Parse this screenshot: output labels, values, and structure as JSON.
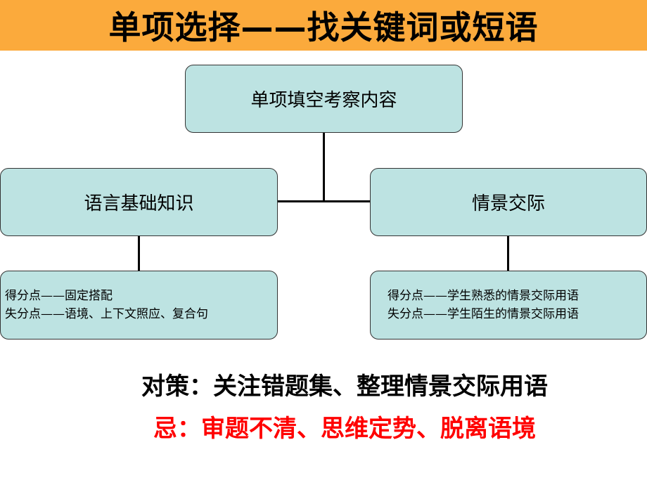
{
  "slide": {
    "title": "单项选择——找关键词或短语",
    "colors": {
      "banner": "#fbaa3c",
      "box_fill": "#bde3e2",
      "warning": "#ff0000"
    }
  },
  "diagram": {
    "root": {
      "label": "单项填空考察内容"
    },
    "left": {
      "label": "语言基础知识",
      "detail": [
        "得分点——固定搭配",
        "失分点——语境、上下文照应、复合句"
      ]
    },
    "right": {
      "label": "情景交际",
      "detail": [
        "得分点——学生熟悉的情景交际用语",
        "失分点——学生陌生的情景交际用语"
      ]
    }
  },
  "notes": {
    "strategy": "对策：关注错题集、整理情景交际用语",
    "taboo": "忌：审题不清、思维定势、脱离语境"
  }
}
